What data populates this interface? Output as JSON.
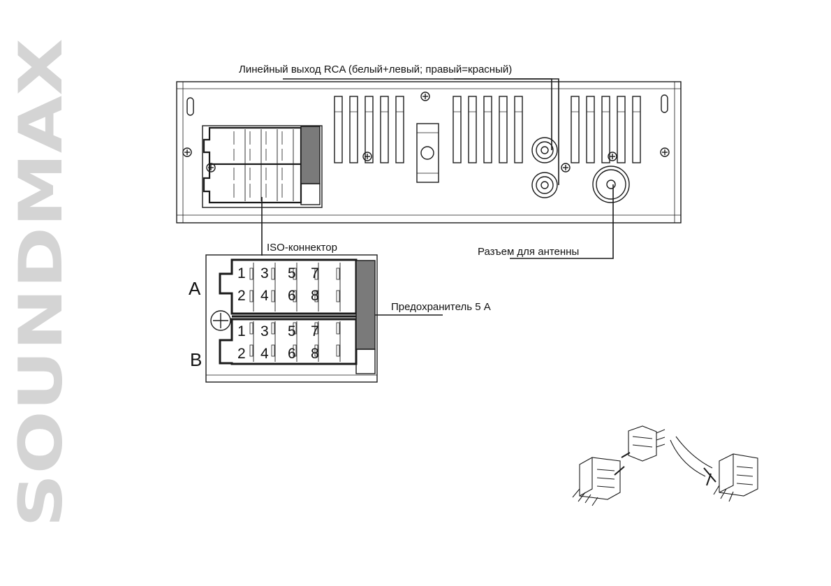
{
  "brand": {
    "text": "SOUNDMAX",
    "color": "#d4d4d4"
  },
  "labels": {
    "rca": "Линейный выход RCA (белый+левый; правый=красный)",
    "iso": "ISO-коннектор",
    "antenna": "Разъем для антенны",
    "fuse": "Предохранитель 5 А",
    "block_a": "A",
    "block_b": "B"
  },
  "connector": {
    "rows": [
      {
        "top": [
          "1",
          "3",
          "5",
          "7"
        ],
        "bottom": [
          "2",
          "4",
          "6",
          "8"
        ]
      },
      {
        "top": [
          "1",
          "3",
          "5",
          "7"
        ],
        "bottom": [
          "2",
          "4",
          "6",
          "8"
        ]
      }
    ]
  },
  "colors": {
    "line": "#1a1a1a",
    "fuse": "#7a7a7a"
  }
}
